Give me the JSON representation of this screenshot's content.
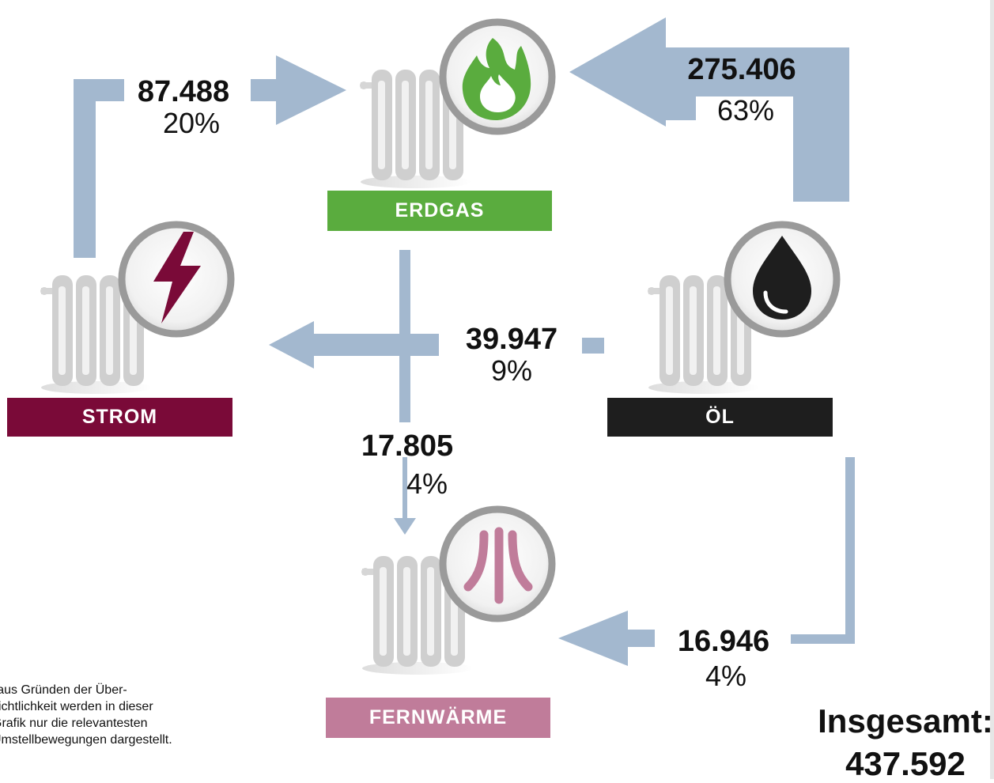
{
  "categories": {
    "erdgas": {
      "label": "ERDGAS",
      "color": "#5aac3e"
    },
    "strom": {
      "label": "STROM",
      "color": "#7a0a38"
    },
    "oel": {
      "label": "ÖL",
      "color": "#1e1e1e"
    },
    "fernwaerme": {
      "label": "FERNWÄRME",
      "color": "#c07c9a"
    }
  },
  "flows": {
    "strom_to_erdgas": {
      "value": "87.488",
      "percent": "20%"
    },
    "oel_to_erdgas": {
      "value": "275.406",
      "percent": "63%"
    },
    "oel_to_strom": {
      "value": "39.947",
      "percent": "9%"
    },
    "erdgas_to_fernwaerme": {
      "value": "17.805",
      "percent": "4%"
    },
    "oel_to_fernwaerme": {
      "value": "16.946",
      "percent": "4%"
    }
  },
  "note": {
    "lines": [
      "*aus Gründen der Über-",
      "sichtlichkeit werden in dieser",
      "Grafik nur die relevantesten",
      "Umstellbewegungen dargestellt."
    ]
  },
  "total": {
    "label": "Insgesamt:",
    "value": "437.592"
  },
  "colors": {
    "arrow": "#a3b8cf",
    "radiator": "#cfcfcf",
    "ring": "#9a9a9a"
  },
  "icons": {
    "erdgas": "flame-icon",
    "strom": "lightning-icon",
    "oel": "oil-drop-icon",
    "fernwaerme": "heat-waves-icon"
  }
}
